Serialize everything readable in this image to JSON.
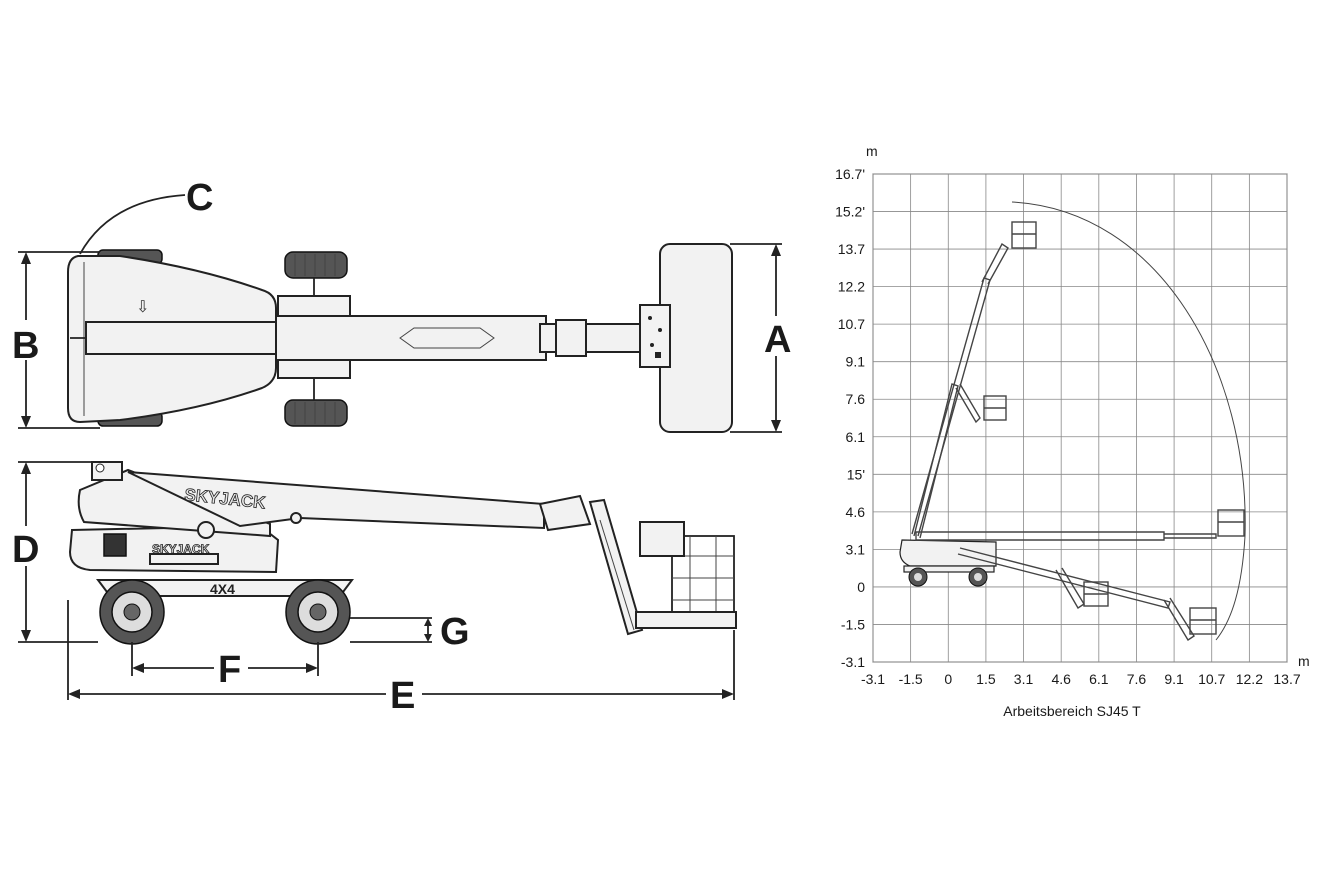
{
  "dimension_labels": {
    "A": "A",
    "B": "B",
    "C": "C",
    "D": "D",
    "E": "E",
    "F": "F",
    "G": "G"
  },
  "brand": {
    "logo_text": "SKYJACK",
    "drive_badge": "4X4"
  },
  "range_chart": {
    "caption": "Arbeitsbereich SJ45 T",
    "y_unit": "m",
    "x_unit": "m",
    "y_ticks": [
      "16.7'",
      "15.2'",
      "13.7",
      "12.2",
      "10.7",
      "9.1",
      "7.6",
      "6.1",
      "15'",
      "4.6",
      "3.1",
      "0",
      "-1.5",
      "-3.1"
    ],
    "x_ticks": [
      "-3.1",
      "-1.5",
      "0",
      "1.5",
      "3.1",
      "4.6",
      "6.1",
      "7.6",
      "9.1",
      "10.7",
      "12.2",
      "13.7"
    ]
  }
}
